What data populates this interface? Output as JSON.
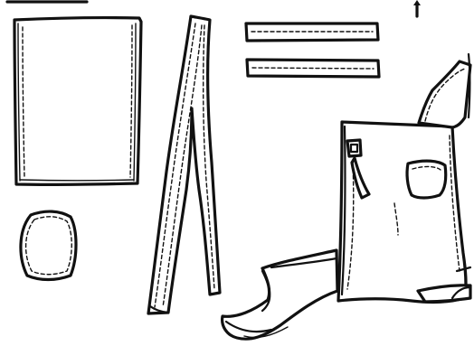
{
  "illustration": {
    "background": "#ffffff",
    "ink": "#111111",
    "pieces": [
      "rectangle-panel",
      "long-strap",
      "short-strip-top",
      "short-strip-bottom",
      "oval-patch",
      "finished-apron-bag"
    ]
  }
}
